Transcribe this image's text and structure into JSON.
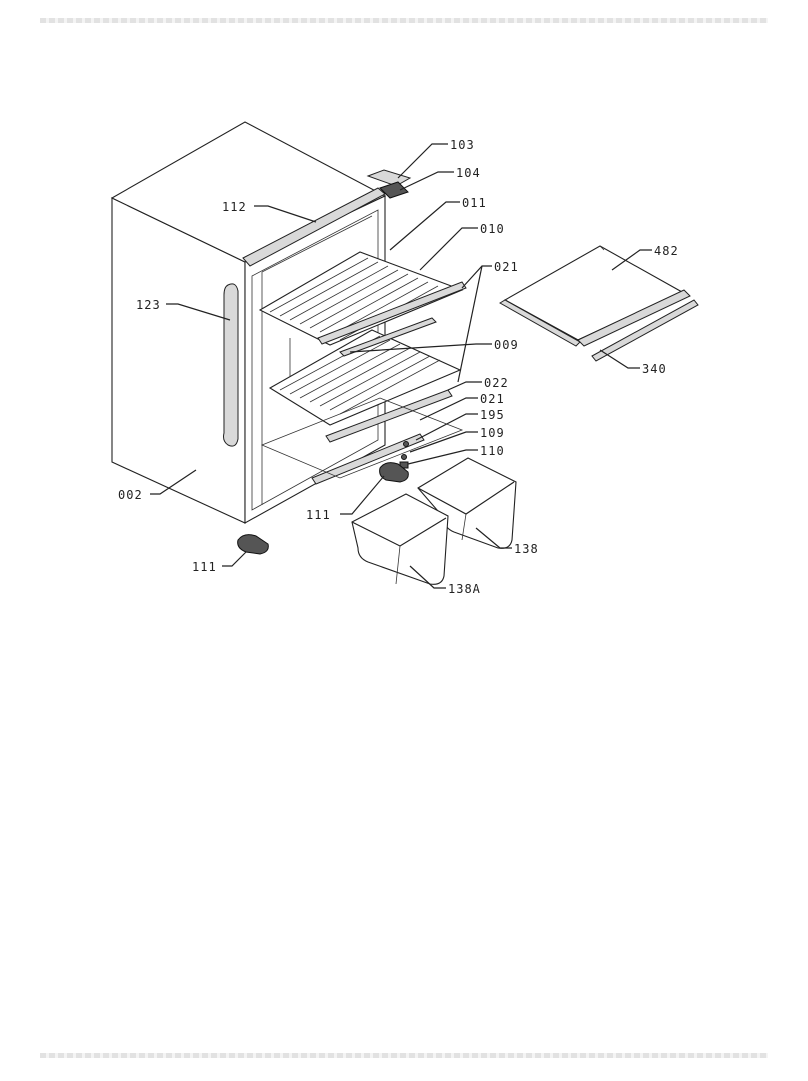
{
  "labels": [
    {
      "id": "103",
      "text": "103"
    },
    {
      "id": "104",
      "text": "104"
    },
    {
      "id": "112",
      "text": "112"
    },
    {
      "id": "011",
      "text": "011"
    },
    {
      "id": "010",
      "text": "010"
    },
    {
      "id": "021a",
      "text": "021"
    },
    {
      "id": "482",
      "text": "482"
    },
    {
      "id": "123",
      "text": "123"
    },
    {
      "id": "009",
      "text": "009"
    },
    {
      "id": "340",
      "text": "340"
    },
    {
      "id": "022",
      "text": "022"
    },
    {
      "id": "021b",
      "text": "021"
    },
    {
      "id": "195",
      "text": "195"
    },
    {
      "id": "109",
      "text": "109"
    },
    {
      "id": "110",
      "text": "110"
    },
    {
      "id": "002",
      "text": "002"
    },
    {
      "id": "111a",
      "text": "111"
    },
    {
      "id": "138",
      "text": "138"
    },
    {
      "id": "111b",
      "text": "111"
    },
    {
      "id": "138A",
      "text": "138A"
    }
  ]
}
